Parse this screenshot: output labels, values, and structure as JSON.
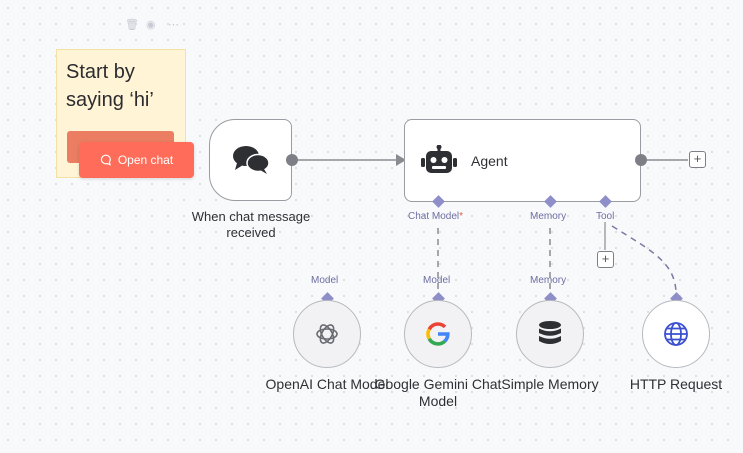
{
  "sticky": {
    "title": "Start by saying ‘hi’",
    "open_chat_label": "Open chat"
  },
  "trigger": {
    "label": "When chat message received",
    "icon": "chat-bubbles-icon"
  },
  "agent": {
    "title": "Agent",
    "icon": "robot-icon",
    "ports": {
      "chat_model": "Chat Model",
      "required_mark": "*",
      "memory": "Memory",
      "tool": "Tool"
    }
  },
  "sub_nodes": {
    "openai": {
      "port_label": "Model",
      "label": "OpenAI Chat Model",
      "icon": "openai-icon"
    },
    "gemini": {
      "port_label": "Model",
      "label_line1": "Google Gemini Chat",
      "label_line2": "Model",
      "icon": "google-icon"
    },
    "memory": {
      "port_label": "Memory",
      "label": "Simple Memory",
      "icon": "database-icon"
    },
    "http": {
      "label": "HTTP Request",
      "icon": "globe-icon"
    }
  },
  "colors": {
    "accent": "#ff6d5a",
    "port": "#8e8fc9",
    "sticky": "#fff5d6"
  }
}
